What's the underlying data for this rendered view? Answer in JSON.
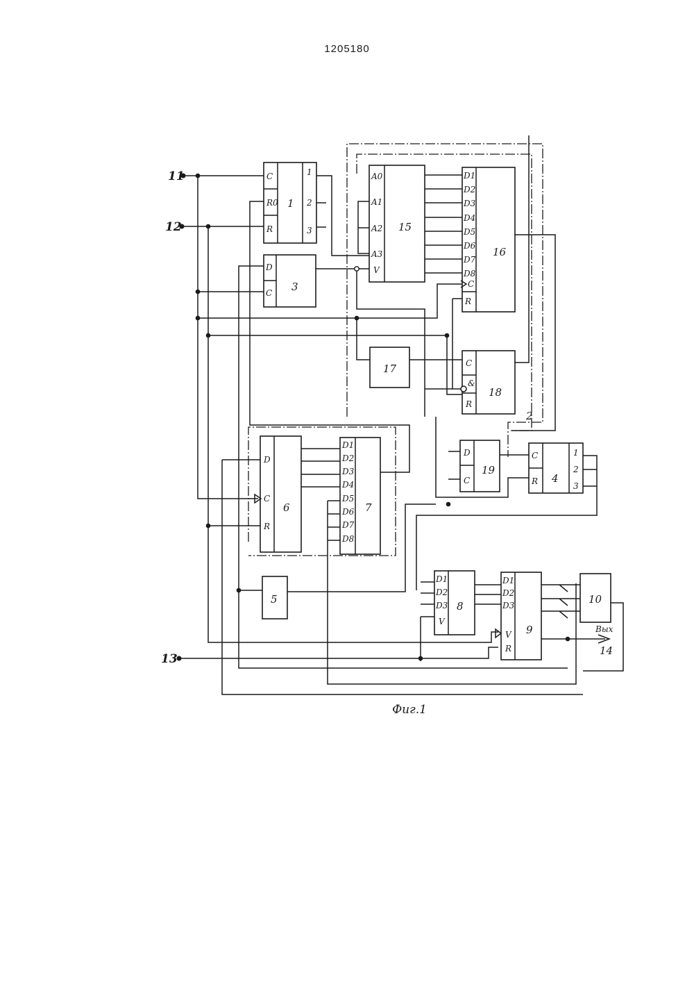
{
  "document": {
    "patent_number": "1205180",
    "figure_caption": "Фиг.1"
  },
  "terminals": {
    "t11": "11",
    "t12": "12",
    "t13": "13",
    "out_label": "Вых",
    "out_num": "14",
    "extra_label": "2"
  },
  "blocks": {
    "b1": {
      "num": "1",
      "pins": [
        "C",
        "R0",
        "R"
      ],
      "outputs": [
        "1",
        "2",
        "3"
      ]
    },
    "b3": {
      "num": "3",
      "pins": [
        "D",
        "C"
      ]
    },
    "b4": {
      "num": "4",
      "pins": [
        "C",
        "R"
      ],
      "outputs": [
        "1",
        "2",
        "3"
      ]
    },
    "b5": {
      "num": "5"
    },
    "b6": {
      "num": "6",
      "pins": [
        "D",
        "C",
        "R"
      ]
    },
    "b7": {
      "num": "7",
      "pins": [
        "D1",
        "D2",
        "D3",
        "D4",
        "D5",
        "D6",
        "D7",
        "D8"
      ]
    },
    "b8": {
      "num": "8",
      "pins": [
        "D1",
        "D2",
        "D3",
        "V"
      ]
    },
    "b9": {
      "num": "9",
      "pins": [
        "D1",
        "D2",
        "D3",
        "V",
        "R"
      ]
    },
    "b10": {
      "num": "10"
    },
    "b15": {
      "num": "15",
      "pins": [
        "A0",
        "A1",
        "A2",
        "A3",
        "V"
      ]
    },
    "b16": {
      "num": "16",
      "pins": [
        "D1",
        "D2",
        "D3",
        "D4",
        "D5",
        "D6",
        "D7",
        "D8",
        "C",
        "R"
      ]
    },
    "b17": {
      "num": "17"
    },
    "b18": {
      "num": "18",
      "pins": [
        "C",
        "&",
        "R"
      ]
    },
    "b19": {
      "num": "19",
      "pins": [
        "D",
        "C"
      ]
    }
  }
}
